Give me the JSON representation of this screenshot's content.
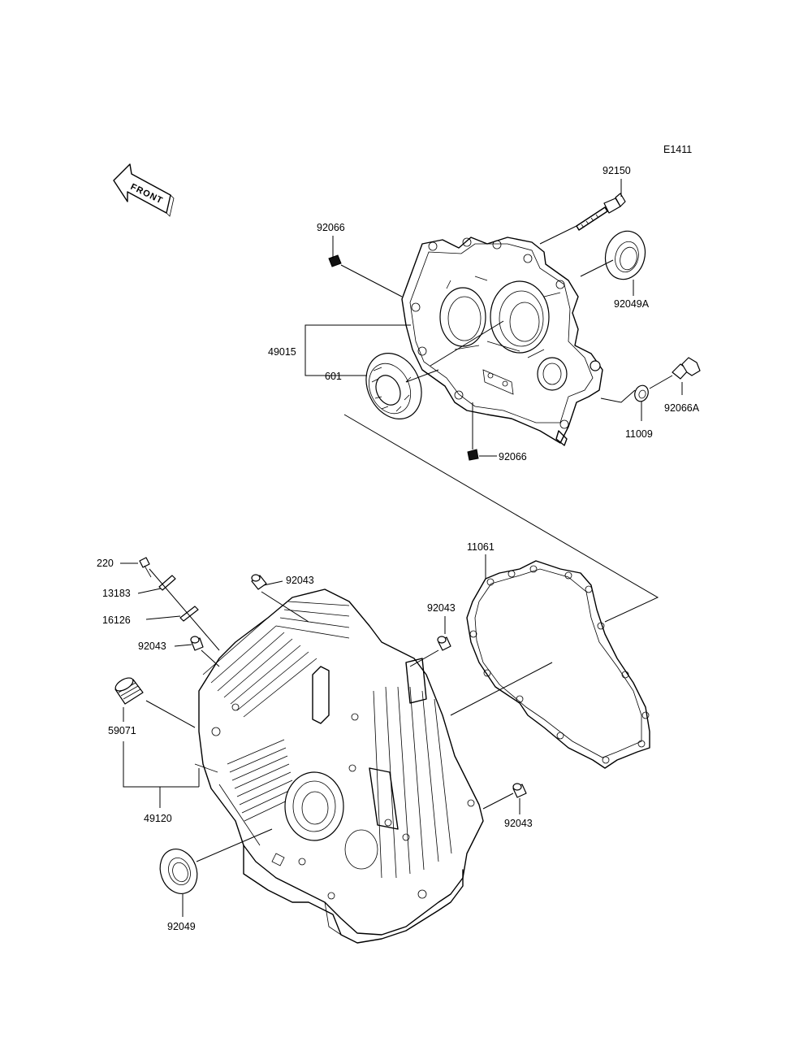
{
  "diagram_code": "E1411",
  "front_label": "FRONT",
  "callouts": [
    {
      "id": "92150",
      "text": "92150"
    },
    {
      "id": "92066-top",
      "text": "92066"
    },
    {
      "id": "92049A",
      "text": "92049A"
    },
    {
      "id": "49015",
      "text": "49015"
    },
    {
      "id": "601",
      "text": "601"
    },
    {
      "id": "92066A",
      "text": "92066A"
    },
    {
      "id": "11009",
      "text": "11009"
    },
    {
      "id": "92066-bottom",
      "text": "92066"
    },
    {
      "id": "11061",
      "text": "11061"
    },
    {
      "id": "220",
      "text": "220"
    },
    {
      "id": "13183",
      "text": "13183"
    },
    {
      "id": "92043-a",
      "text": "92043"
    },
    {
      "id": "16126",
      "text": "16126"
    },
    {
      "id": "92043-b",
      "text": "92043"
    },
    {
      "id": "92043-c",
      "text": "92043"
    },
    {
      "id": "59071",
      "text": "59071"
    },
    {
      "id": "49120",
      "text": "49120"
    },
    {
      "id": "92043-d",
      "text": "92043"
    },
    {
      "id": "92049",
      "text": "92049"
    }
  ]
}
